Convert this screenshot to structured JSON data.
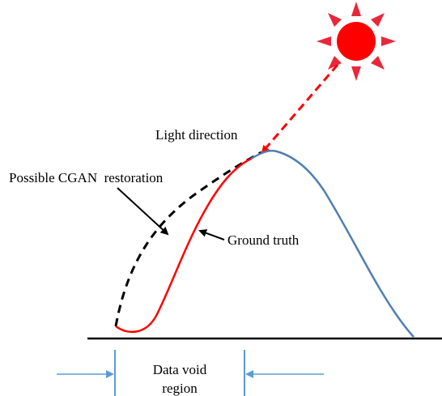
{
  "labels": {
    "light_direction": "Light direction",
    "possible_restoration": "Possible CGAN  restoration",
    "ground_truth": "Ground truth",
    "data_void_line1": "Data void",
    "data_void_line2": "region"
  },
  "icons": {
    "sun": "sun-icon"
  },
  "colors": {
    "sun_body": "#ff0000",
    "sun_rays": "#e8283a",
    "light_ray": "#ff0000",
    "ground_truth_void": "#ff0000",
    "terrain": "#4f7fb0",
    "restoration": "#000000",
    "ground_line": "#000000",
    "region_markers": "#5b9bd5"
  }
}
